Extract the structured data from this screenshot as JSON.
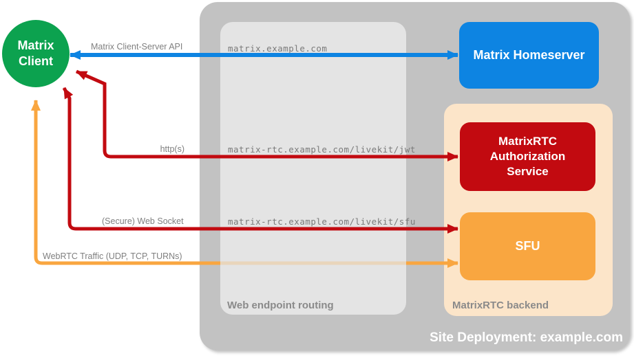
{
  "nodes": {
    "client": {
      "label": "Matrix\nClient",
      "color": "#0ca24f"
    },
    "homeserver": {
      "label": "Matrix Homeserver",
      "color": "#0d84e2"
    },
    "auth_service": {
      "label": "MatrixRTC\nAuthorization\nService",
      "color": "#c20a10"
    },
    "sfu": {
      "label": "SFU",
      "color": "#f9a640"
    }
  },
  "containers": {
    "site": {
      "label": "Site Deployment: example.com",
      "color": "#c2c2c2"
    },
    "routing": {
      "label": "Web endpoint routing",
      "color": "#e4e4e4"
    },
    "backend": {
      "label": "MatrixRTC backend",
      "color": "#fce5c9"
    }
  },
  "endpoints": [
    "matrix.example.com",
    "matrix-rtc.example.com/livekit/jwt",
    "matrix-rtc.example.com/livekit/sfu"
  ],
  "arrows": [
    {
      "label": "Matrix Client-Server API",
      "color": "#0d84e2",
      "direction": "bidirectional"
    },
    {
      "label": "http(s)",
      "color": "#c20a10",
      "direction": "bidirectional"
    },
    {
      "label": "(Secure) Web Socket",
      "color": "#c20a10",
      "direction": "bidirectional"
    },
    {
      "label": "WebRTC Traffic (UDP, TCP, TURNs)",
      "color": "#f9a640",
      "direction": "bidirectional"
    }
  ]
}
